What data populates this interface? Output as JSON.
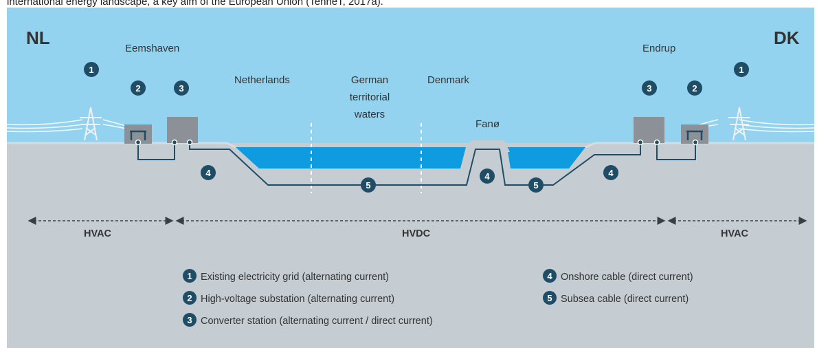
{
  "top_text": "international energy landscape, a key aim of the European Union (TenneT, 2017a).",
  "countries": {
    "left": "NL",
    "right": "DK"
  },
  "places": {
    "eemshaven": "Eemshaven",
    "endrup": "Endrup",
    "netherlands": "Netherlands",
    "german": [
      "German",
      "territorial",
      "waters"
    ],
    "denmark": "Denmark",
    "fano": "Fanø"
  },
  "zones": {
    "hvac_left": "HVAC",
    "hvdc": "HVDC",
    "hvac_right": "HVAC"
  },
  "badges": [
    "1",
    "2",
    "3",
    "4",
    "5"
  ],
  "legend": [
    {
      "num": "1",
      "text": "Existing electricity grid (alternating current)"
    },
    {
      "num": "2",
      "text": "High-voltage substation (alternating current)"
    },
    {
      "num": "3",
      "text": "Converter station (alternating current / direct current)"
    },
    {
      "num": "4",
      "text": "Onshore cable (direct current)"
    },
    {
      "num": "5",
      "text": "Subsea cable (direct current)"
    }
  ],
  "colors": {
    "sky": "#93d3ef",
    "ground": "#c5ccd2",
    "sea": "#0e9be0",
    "cable": "#1f4d66",
    "badge": "#1f4d66"
  }
}
